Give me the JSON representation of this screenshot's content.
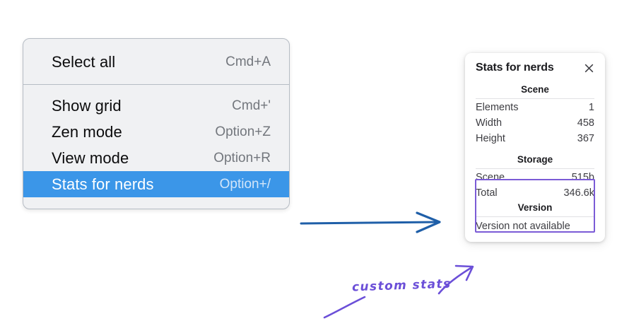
{
  "canvas": {
    "background": "#ffffff",
    "accent_blue": "#3b96e8",
    "arrow_blue": "#1f5fa8",
    "annotation_purple": "#6b4fd8",
    "highlight_purple": "#7b5bd6"
  },
  "context_menu": {
    "name": "context-menu",
    "groups": [
      {
        "items": [
          {
            "label": "Select all",
            "shortcut": "Cmd+A",
            "selected": false
          }
        ]
      },
      {
        "items": [
          {
            "label": "Show grid",
            "shortcut": "Cmd+'",
            "selected": false
          },
          {
            "label": "Zen mode",
            "shortcut": "Option+Z",
            "selected": false
          },
          {
            "label": "View mode",
            "shortcut": "Option+R",
            "selected": false
          },
          {
            "label": "Stats for nerds",
            "shortcut": "Option+/",
            "selected": true
          }
        ]
      }
    ]
  },
  "stats_panel": {
    "title": "Stats for nerds",
    "close_icon": "close-icon",
    "sections": [
      {
        "heading": "Scene",
        "rows": [
          {
            "key": "Elements",
            "value": "1"
          },
          {
            "key": "Width",
            "value": "458"
          },
          {
            "key": "Height",
            "value": "367"
          }
        ]
      },
      {
        "heading": "Storage",
        "rows": [
          {
            "key": "Scene",
            "value": "515b"
          },
          {
            "key": "Total",
            "value": "346.6k"
          }
        ]
      },
      {
        "heading": "Version",
        "note": "Version not available"
      }
    ]
  },
  "annotations": {
    "handwritten_label": "custom stats",
    "flow_arrow": "arrow-right-icon",
    "callout_arrow": "callout-arrow-icon"
  }
}
